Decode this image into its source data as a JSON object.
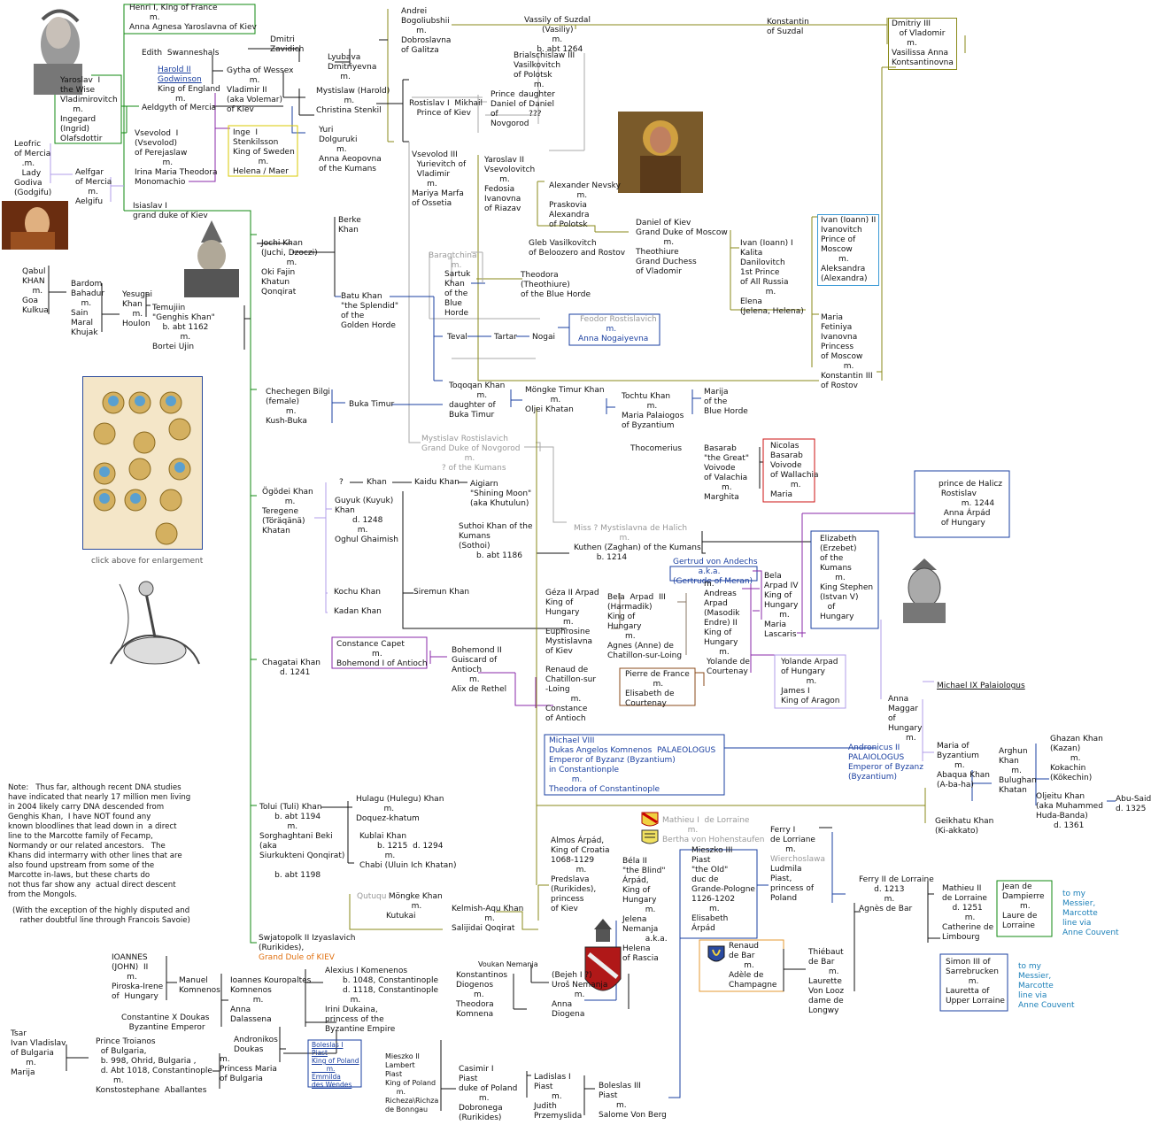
{
  "nodes": {
    "henri": "Henri I, King of France\n        m.\nAnna Agnesa Yaroslavna of Kiev",
    "yaroslav": "Yaroslav  I\nthe Wise\nVladimirovitch\n     m.\nIngegard\n(Ingrid)\nOlafsdottir",
    "dmitri": "Dmitri\nZavidich",
    "lyubava": "Lyubava\nDmitriyevna\n     m.",
    "andrei": "Andrei\nBogoliubshii\n      m.\nDobroslavna\nof Galitza",
    "vassily": "Vassily of Suzdal\n       (Vasiliy)\n           m.\n     b. abt 1264",
    "konstantin_s": "Konstantin\nof Suzdal",
    "dmitriy3": "Dmitriy III\n   of Vladomir\n      m.\nVasilissa Anna\nKontsantinovna",
    "edith": "Edith  Swanneshals",
    "harold": "Harold II\nGodwinson",
    "harold_rest": "King of England\n       m.",
    "gytha": "Gytha of Wessex\n         m.\nVladimir II\n(aka Volemar)\nof Kiev",
    "mystislav_h": "Mystislaw (Harold)\n           m.\nChristina Stenkil",
    "aeldgyth": "Aeldgyth of Mercia",
    "bria": "Brialschislaw III\nVasilkovitch\nof Polotsk\n        m.\n  daughter\n  of Daniel\n      ???",
    "rostislav": "Rostislav I  Mikhail\n   Prince of Kiev",
    "prince_daniel": "Prince\nDaniel\nof\nNovgorod",
    "vsevolod1": "Vsevolod  I\n(Vsevolod)\nof Perejaslaw\n           m.\nIrina Maria Theodora\nMonomachio",
    "inge": "Inge  I\nStenkilsson\nKing of Sweden\n          m.\nHelena / Maer",
    "yuri": "Yuri\nDolguruki\n       m.\nAnna Aeopovna\nof the Kumans",
    "leofric": "Leofric\nof Mercia\n   .m.\n   Lady\nGodiva\n(Godgifu)",
    "aelfgar": "Aelfgar\nof Mercia\n     m.\nAelgifu",
    "vsevolod3": "Vsevolod III\n  Yurievitch of\n  Vladimir\n      m.\nMariya Marfa\nof Ossetia",
    "yaroslav2": "Yaroslav II\nVsevolovitch\n      m.\nFedosia\nIvanovna\nof Riazav",
    "nevsky": "Alexander Nevsky\n           m.\nPraskovia\nAlexandra\nof Polotsk",
    "isiaslav": "Isiaslav I\ngrand duke of Kiev",
    "berke": "Berke\nKhan",
    "jochi": "Jochi Khan\n(Juchi, Dzoczi)\n          m.\nOki Fajin\nKhatun\nQonqirat",
    "daniel_kiev": "Daniel of Kiev\nGrand Duke of Moscow\n           m.\nTheothiure\nGrand Duchess\nof Vladomir",
    "ivan1": "Ivan (Ioann) I\nKalita\nDanilovitch\n1st Prince\nof All Russia\n          m.\nElena\n(Jelena, Helena)",
    "ivan2": "Ivan (Ioann) II\nIvanovitch\nPrince of\nMoscow\n       m.\nAleksandra\n(Alexandra)",
    "baragtchina": "Baragtchina\n         m.",
    "gleb": "Gleb Vasilkovitch\nof Beloozero and Rostov",
    "theodora_t": "Theodora\n(Theothiure)\nof the Blue Horde",
    "sartuk": "Sartuk\nKhan\nof the\nBlue\nHorde",
    "qabul": "Qabul\nKHAN\n    m.\nGoa\nKulkua",
    "bardom": "Bardom\nBahadur\n    m.\nSain\nMaral\nKhujak",
    "yesugai": "Yesugai\nKhan\n    m.\nHoulon",
    "temujin": "Temujiin\n\"Genghis Khan\"\n    b. abt 1162\n           m.\nBortei Ujin",
    "batu": "Batu Khan\n\"the Splendid\"\nof the\nGolden Horde",
    "feodor": "Feodor Rostislavich",
    "feodor_rest": "           m.\nAnna Nogaiyevna",
    "teval": "Teval",
    "tartar": "Tartar",
    "nogai": "Nogai",
    "maria_f": "Maria\nFetiniya\nIvanovna\nPrincess\nof Moscow\n         m.\nKonstantin III\nof Rostov",
    "toqoqan": "Toqoqan Khan\n           m.\ndaughter of\nBuka Timur",
    "mongke_timur": "Möngke Timur Khan\n          m.\nOljei Khatan",
    "tochtu": "Tochtu Khan\n          m.\nMaria Palaiogos\nof Byzantium",
    "marija_bh": "Marija\nof the\nBlue Horde",
    "chechegen": "Chechegen Bilgi\n(female)\n        m.\nKush-Buka",
    "buka": "Buka Timur",
    "mystislav_r": "Mystislav Rostislavich\nGrand Duke of Novgorod\n                 m.\n        ? of the Kumans",
    "thocomerius": "Thocomerius",
    "basarab": "Basarab\n\"the Great\"\nVoivode\nof Valachia\n       m.\nMarghita",
    "nicolas": "Nicolas\nBasarab\nVoivode\nof Wallachia\n        m.\nMaria",
    "prince_halicz": "prince de Halicz\n Rostislav\n         m. 1244\n  Anna Árpád\n of Hungary",
    "ogodei": "Ögödei Khan\n         m.\nTeregene\n(Töräqänä)\nKhatan",
    "guyuk_q": "?",
    "khan": "Khan",
    "kaidu": "Kaidu Khan",
    "aigiarn": "Aigiarn\n\"Shining Moon\"\n(aka Khutulun)",
    "guyuk": "Guyuk (Kuyuk)\nKhan\n       d. 1248\n         m.\nOghul Ghaimish",
    "sutoi": "Suthoi Khan of the\nKumans\n(Sothoi)\n       b. abt 1186",
    "miss": "Miss ? Mystislavna de Halich\n                  m.",
    "kuthen": "Kuthen (Zaghan) of the Kumans\n         b. 1214",
    "elizabeth": "Elizabeth\n(Erzebet)\nof the\nKumans\n      m.\nKing Stephen\n(Istvan V)\n   of\nHungary",
    "kochu": "Kochu Khan",
    "siremun": "Siremun Khan",
    "kadan": "Kadan Khan",
    "gertrud": "Gertrud von Andechs\n          a.k.a.\n(Gertrude of Meran)",
    "geza": "Géza II Arpad\nKing of\nHungary\n       m.\nEuphrosine\nMystislavna\nof Kiev",
    "bela3": "Bela  Arpad  III\n(Harmadik)\nKing of\nHungary\n       m.\nAgnes (Anne) de\nChatillon-sur-Loing",
    "andreas": "m.\nAndreas\nArpad\n(Masodik\nEndre) II\nKing of\nHungary\n      m.",
    "bela4": "Bela\nArpad IV\nKing of\nHungary\n      m.\nMaria\nLascaris",
    "constance_c": "Constance Capet\n              m.\nBohemond I of Antioch",
    "bohemond2": "Bohemond II\nGuiscard of\nAntioch\n       m.\nAlix de Rethel",
    "chagatai": "Chagatai Khan\n       d. 1241",
    "renaud_c": "Renaud de\nChatillon-sur\n-Loing\n          m.\nConstance\nof Antioch",
    "pierre": "Pierre de France\n           m.\nElisabeth de\nCourtenay",
    "yolande_c": "Yolande de\nCourtenay",
    "yolande_a": "Yolande Arpad\nof Hungary\n          m.\nJames I\nKing of Aragon",
    "anna_maggar": "Anna\nMaggar\nof\nHungary\n       m.",
    "michael9": "Michael IX Palaiologus",
    "michael8": "Michael VIII\nDukas Angelos Komnenos  PALAEOLOGUS\nEmperor of Byzanz (Byzantium)\nin Constantionple\n         m.\nTheodora of Constantinople",
    "andronicus": "Andronicus II\nPALAIOLOGUS\nEmperor of Byzanz\n(Byzantium)",
    "maria_b": "Maria of\nByzantium\n       m.\nAbaqua Khan\n(A-ba-ha)",
    "arghun": "Arghun\nKhan\n     m.\nBulughan\nKhatan",
    "ghazan": "Ghazan Khan\n(Kazan)\n        m.\nKokachin\n(Kökechin)",
    "oljeitu": "Oljeitu Khan\n(aka Muhammed\nHuda-Banda)\n       d. 1361",
    "abu_said": "Abu-Said\nd. 1325",
    "geikhatu": "Geikhatu Khan\n(Ki-akkato)",
    "hulagu": "Hulagu (Hulegu) Khan\n           m.\nDoquez-khatum",
    "tolui": "Tolui (Tuli) Khan\n      b. abt 1194\n           m.\nSorghaghtani Beki\n(aka\nSiurkukteni Qonqirat)\n\n      b. abt 1198",
    "kublai": "Kublai Khan\n       b. 1215  d. 1294\n          m.\nChabi (Uluin Ich Khatan)",
    "qutuqu": "Qutuqu",
    "qutuqu_rest": " Möngke Khan\n          m.\nKutukai",
    "kelmish": "Kelmish-Aqu Khan\n             m.\nSalijidai Qoqirat",
    "almos": "Almos Árpád,\nKing of Croatia\n1068-1129\n          m.\nPredslava\n(Rurikides),\nprincess\nof Kiev",
    "bela2": "Béla II\n\"the Blind\"\nÁrpád,\nKing of\nHungary\n         m.\nJelena\nNemanja\n         a.k.a.\nHelena\nof Rascia",
    "mieszko3": "Mieszko III\nPiast\n\"the Old\"\nduc de\nGrande-Pologne\n1126-1202\n       m.\nElisabeth\nÁrpád",
    "mathieu1": "Mathieu I  de Lorraine\n          m.\nBertha von Hohenstaufen",
    "ferry1": "Ferry I\nde Lorriane\n      m.",
    "wierchoslawa": "Wierchoslawa",
    "ferry1_rest": "Ludmila\nPiast,\nprincess of\nPoland",
    "ferry2": "Ferry II de Lorraine\n      d. 1213\n          m.\nAgnès de Bar",
    "mathieu2": "Mathieu II\nde Lorraine\n    d. 1251\n         m.\nCatherine de\nLimbourg",
    "jean": "Jean de\nDampierre\n       m.\nLaure de\nLorraine",
    "messier1": "to my\nMessier,\nMarcotte\nline via\nAnne Couvent",
    "simon": "Simon III of\nSarrebrucken\n         m.\nLauretta of\nUpper Lorraine",
    "messier2": "to my\nMessier,\nMarcotte\nline via\nAnne Couvent",
    "renaud_bar": "Renaud\nde Bar\n      m.\nAdèle de\nChampagne",
    "thiebaut": "Thiébaut\nde Bar\n        m.\nLaurette\nVon Looz\ndame de\nLongwy",
    "swjatopolk": "Swjatopolk II Izyaslavich\n(Rurikides),",
    "swjatopolk_gd": "Grand Dule of KIEV",
    "ioannes": "IOANNES\n(JOHN)  II\n      m.\nPiroska-Irene\nof  Hungary",
    "manuel": "Manuel\nKomnenos",
    "ioannes_k": "Ioannes Kouropaltes\nKomnenos\n         m.\nAnna\nDalassena",
    "alexius": "Alexius I Komenenos\n       b. 1048, Constantinople\n       d. 1118, Constantinople\n          m.\nIrini Dukaina,\nprincess of the\nByzantine Empire",
    "voukan": "Voukan Nemanja",
    "bejeh": "(Bejeh I ?)\nUroš Nemanja\n         m.\nAnna\nDiogena",
    "konstantinos": "Konstantinos\nDiogenos\n       m.\nTheodora\nKomnena",
    "constantine_x": "Constantine X Doukas\n   Byzantine Emperor",
    "andronikos": "Andronikos\nDoukas",
    "princess_maria": "m.\nPrincess Maria\nof Bulgaria",
    "tsar": "Tsar\nIvan Vladislav\nof Bulgaria\n      m.\nMarija",
    "troianos": "Prince Troianos\n  of Bulgaria,\n  b. 998, Ohrid, Bulgaria ,\n  d. Abt 1018, Constantinople\n       m.\nKonstostephane  Aballantes",
    "boleslas1": "Boleslas I\nPiast\nKing of Poland\n       m.\nEmmilda\ndes Wendes",
    "mieszko2": "Mieszko II\nLambert\nPiast\nKing of Poland\n     m.\nRicheza\\Richza\nde Bonngau",
    "casimir": "Casimir I\nPiast\nduke of Poland\n        m.\nDobronega\n(Rurikides)",
    "ladislas": "Ladislas I\nPiast\n       m.\nJudith\nPrzemyslida",
    "boleslas3": "Boleslas III\nPiast\n       m.\nSalome Von Berg",
    "click": "click above for enlargement",
    "note1": "Note:   Thus far, although recent DNA studies\nhave indicated that nearly 17 million men living\nin 2004 likely carry DNA descended from\nGenghis Khan,  I have NOT found any\nknown bloodlines that lead down in  a direct\nline to the Marcotte family of Fecamp,\nNormandy or our related ancestors.   The\nKhans did intermarry with other lines that are\nalso found upstream from some of the\nMarcotte in-laws, but these charts do\nnot thus far show any  actual direct descent\nfrom the Mongols.",
    "note2": "(With the exception of the highly disputed and\n   rather doubtful line through Francois Savoie)"
  },
  "icons": [
    "portrait-engraving-icon",
    "painting-lady-godiva-icon",
    "mongol-warrior-icon",
    "genghis-family-chart-icon",
    "mongol-horse-archer-icon",
    "alexander-nevsky-icon-painting",
    "king-stephen-portrait-icon",
    "lorraine-coat-of-arms-icon",
    "bar-coat-of-arms-icon",
    "serbian-coat-of-arms-icon"
  ],
  "colors": {
    "olive": "#8a8a1a",
    "blue": "#1a3fa0",
    "grey": "#aaaaaa",
    "green": "#118811",
    "purple": "#8a2aa8",
    "brown": "#8a4a1a",
    "lavender": "#b09ce8",
    "black": "#111111"
  }
}
